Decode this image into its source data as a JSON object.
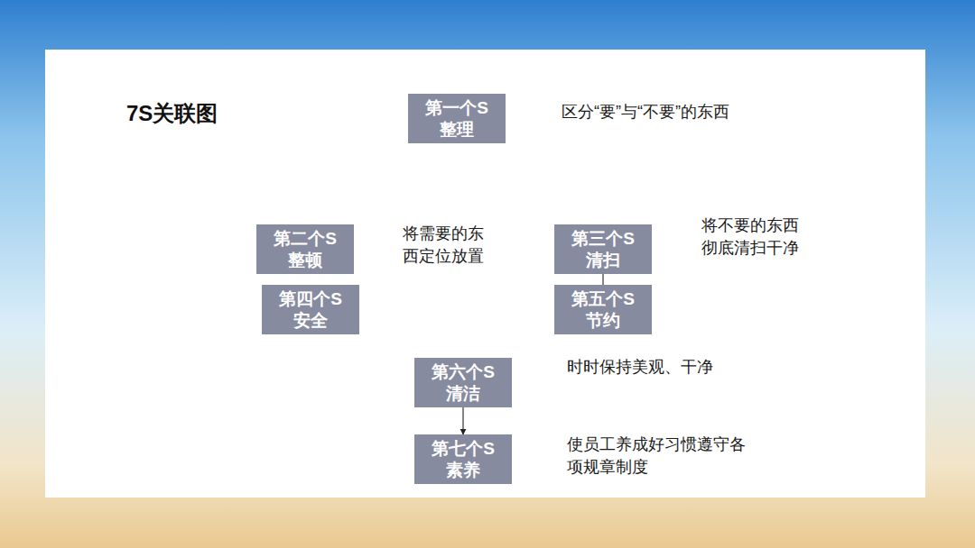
{
  "diagram": {
    "title": "7S关联图",
    "nodes": [
      {
        "text": [
          "第一个S",
          "整理"
        ]
      },
      {
        "text": [
          "第二个S",
          "整顿"
        ]
      },
      {
        "text": [
          "第三个S",
          "清扫"
        ]
      },
      {
        "text": [
          "第四个S",
          "安全"
        ]
      },
      {
        "text": [
          "第五个S",
          "节约"
        ]
      },
      {
        "text": [
          "第六个S",
          "清洁"
        ]
      },
      {
        "text": [
          "第七个S",
          "素养"
        ]
      }
    ],
    "edges": [
      {
        "from": 2,
        "to": 4,
        "arrow": "none"
      },
      {
        "from": 5,
        "to": 6,
        "arrow": "to"
      }
    ],
    "labels": [
      "区分“要”与“不要”的东西",
      "将需要的东 西定位放置",
      "将不要的东西 彻底清扫干净",
      "时时保持美观、干净",
      "使员工养成好习惯遵守各 项规章制度"
    ]
  }
}
